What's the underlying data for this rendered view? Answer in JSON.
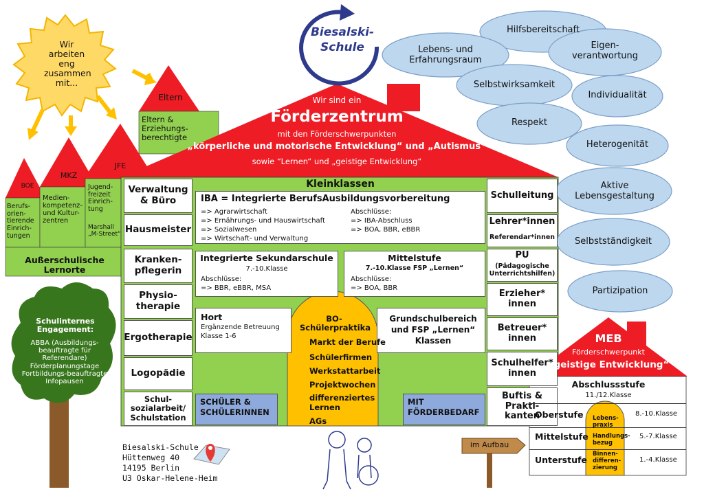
{
  "logo": {
    "line1": "Biesalski-",
    "line2": "Schule"
  },
  "sun": {
    "text": "Wir arbeiten eng zusammen mit..."
  },
  "partner_houses": {
    "eltern": {
      "roof": "Eltern",
      "body": "Eltern & Erziehungs-berechtigte"
    },
    "boe": {
      "roof": "BOE",
      "body": "Berufs-orien-tierende Einrich-tungen"
    },
    "mkz": {
      "roof": "MKZ",
      "body": "Medien-kompetenz- und Kultur-zentren"
    },
    "jfe": {
      "roof": "JFE",
      "body": "Jugend-freizeit Einrich-tung",
      "extra": "Marshall „M-Street“"
    },
    "footer": "Außerschulische Lernorte"
  },
  "main_roof": {
    "line1": "Wir sind ein",
    "title": "Förderzentrum",
    "line2": "mit den Förderschwerpunkten",
    "line3": "„körperliche und motorische Entwicklung“ und „Autismus“",
    "line4": "sowie “Lernen“ und „geistige Entwicklung“"
  },
  "left_column": [
    "Verwaltung & Büro",
    "Hausmeister",
    "Kranken-pflegerin",
    "Physio-therapie",
    "Ergotherapie",
    "Logopädie",
    "Schul-sozialarbeit/ Schulstation"
  ],
  "right_column": [
    "Schulleitung",
    "Lehrer*innen",
    "Referendar*innen",
    "PU",
    "(Pädagogische Unterrichtshilfen)",
    "Erzieher* innen",
    "Betreuer* innen",
    "Schulhelfer* innen",
    "Buftis & Prakti-kanten"
  ],
  "center": {
    "kleinklassen": "Kleinklassen",
    "iba": {
      "title": "IBA = Integrierte BerufsAusbildungsvorbereitung",
      "items": "=> Agrarwirtschaft\n=> Ernährungs- und Hauswirtschaft\n=> Sozialwesen\n=> Wirtschaft- und Verwaltung",
      "abschluesse": "Abschlüsse:\n=> IBA-Abschluss\n=> BOA, BBR, eBBR"
    },
    "iss": {
      "title": "Integrierte Sekundarschule",
      "sub": "7.-10.Klasse",
      "abschluesse": "Abschlüsse:\n=> BBR, eBBR, MSA"
    },
    "mittelstufe": {
      "title": "Mittelstufe",
      "sub": "7.-10.Klasse FSP „Lernen“",
      "abschluesse": "Abschlüsse:\n=> BOA, BBR"
    },
    "hort": {
      "title": "Hort",
      "sub": "Ergänzende Betreuung\nKlasse 1-6"
    },
    "grundschule": {
      "title": "Grundschulbereich und FSP „Lernen“ Klassen"
    },
    "door": [
      "BO-Schülerpraktika",
      "Markt der Berufe",
      "Schülerfirmen",
      "Werkstattarbeit",
      "Projektwochen",
      "differenziertes Lernen",
      "AGs"
    ],
    "schueler": "SCHÜLER & SCHÜLERINNEN",
    "mit_foerderbedarf": "MIT FÖRDERBEDARF"
  },
  "clouds": [
    "Hilfsbereitschaft",
    "Lebens- und Erfahrungsraum",
    "Eigen-verantwortung",
    "Selbstwirksamkeit",
    "Individualität",
    "Respekt",
    "Heterogenität",
    "Aktive Lebensgestaltung",
    "Selbstständigkeit",
    "Partizipation"
  ],
  "tree": {
    "title": "Schulinternes Engagement:",
    "text": "ABBA (Ausbildungs-beauftragte für Referendare) Förderplanungstage Fortbildungs-beauftragte Infopausen"
  },
  "meb": {
    "title": "MEB",
    "sub": "Förderschwerpunkt",
    "focus": "„geistige Entwicklung“",
    "abschlussstufe": "Abschlussstufe",
    "abschluss_klasse": "11./12.Klasse",
    "rows": [
      {
        "name": "Oberstufe",
        "klasse": "8.-10.Klasse"
      },
      {
        "name": "Mittelstufe",
        "klasse": "5.-7.Klasse"
      },
      {
        "name": "Unterstufe",
        "klasse": "1.-4.Klasse"
      }
    ],
    "door": [
      "Lebens-praxis",
      "Handlungs-bezug",
      "Binnen-differen-zierung"
    ]
  },
  "address": {
    "name": "Biesalski-Schule",
    "street": "Hüttenweg 40",
    "city": "14195 Berlin",
    "transit": "U3 Oskar-Helene-Heim"
  },
  "sign": "im Aufbau",
  "colors": {
    "roof": "#ee1c25",
    "green": "#92d050",
    "yellow": "#ffc000",
    "blue": "#8ea9db",
    "cloud": "#bdd7ee",
    "sun": "#ffd966",
    "tree": "#38761d"
  }
}
